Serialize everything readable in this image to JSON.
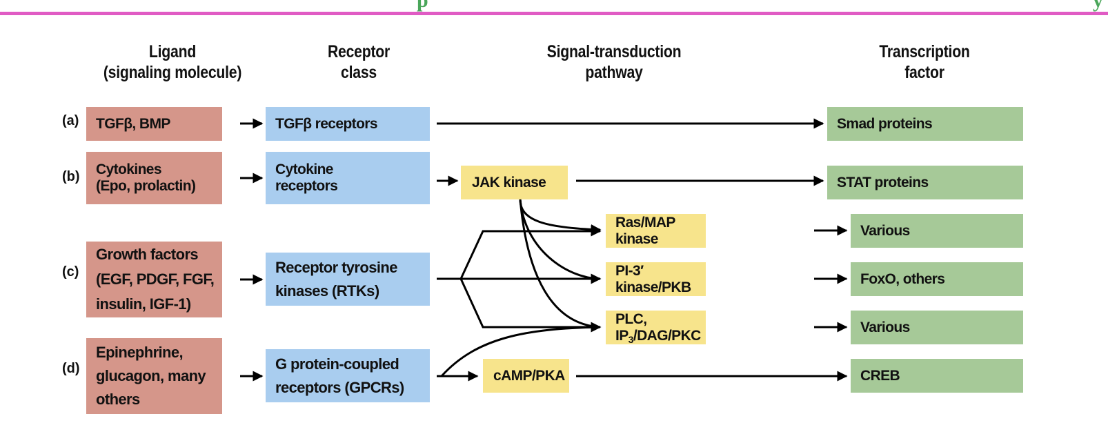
{
  "clipped_title_glyphs": [
    "p",
    "y"
  ],
  "colors": {
    "top_rule": "#e05bc4",
    "title_glyph": "#4aa65a",
    "ligand": "#d5968a",
    "receptor": "#a9cdef",
    "pathway": "#f7e48c",
    "transcription_factor": "#a6c998"
  },
  "headers": {
    "ligand": [
      "Ligand",
      "(signaling molecule)"
    ],
    "receptor": [
      "Receptor",
      "class"
    ],
    "pathway": [
      "Signal-transduction",
      "pathway"
    ],
    "tf": [
      "Transcription",
      "factor"
    ]
  },
  "rows": [
    {
      "label": "(a)",
      "ligand": [
        "TGFβ, BMP"
      ],
      "receptor": [
        "TGFβ receptors"
      ]
    },
    {
      "label": "(b)",
      "ligand": [
        "Cytokines",
        "(Epo, prolactin)"
      ],
      "receptor": [
        "Cytokine",
        "receptors"
      ]
    },
    {
      "label": "(c)",
      "ligand": [
        "Growth factors",
        "(EGF, PDGF, FGF,",
        "insulin, IGF-1)"
      ],
      "receptor": [
        "Receptor tyrosine",
        "kinases (RTKs)"
      ]
    },
    {
      "label": "(d)",
      "ligand": [
        "Epinephrine,",
        "glucagon, many",
        "others"
      ],
      "receptor": [
        "G protein-coupled",
        "receptors (GPCRs)"
      ]
    }
  ],
  "pathways": {
    "jak": "JAK kinase",
    "ras": "Ras/MAP kinase",
    "pi3k": "PI-3′ kinase/PKB",
    "plc_prefix": "PLC, IP",
    "plc_sub": "3",
    "plc_suffix": "/DAG/PKC",
    "camp": "cAMP/PKA"
  },
  "transcription_factors": {
    "smad": "Smad proteins",
    "stat": "STAT proteins",
    "ras_tf": "Various",
    "pi3k_tf": "FoxO, others",
    "plc_tf": "Various",
    "creb": "CREB"
  }
}
